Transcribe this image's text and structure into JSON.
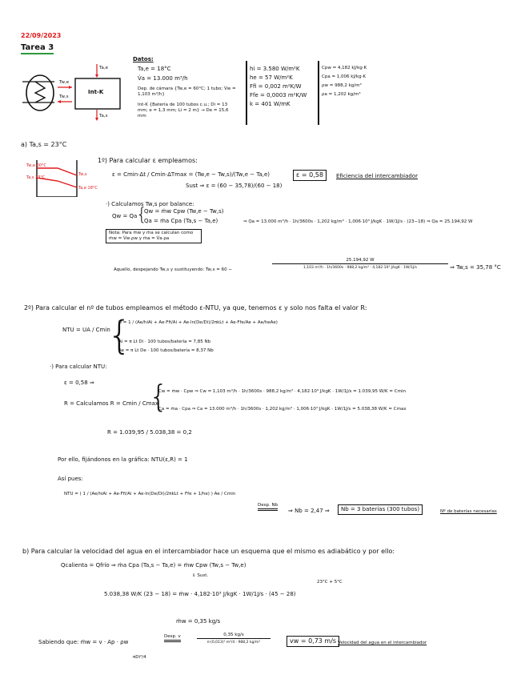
{
  "header": {
    "date": "22/09/2023",
    "title": "Tarea 3"
  },
  "diagram": {
    "box_label": "Int-K",
    "labels": {
      "air_in": "Ta,e",
      "air_out": "Ta,s",
      "water_in": "Tw,e",
      "water_out": "Tw,s"
    }
  },
  "datos": {
    "heading": "Datos:",
    "items": [
      "Ta,e = 18°C",
      "V̇a = 13.000 m³/h",
      "Dep. de cámara {Tw,e = 60°C; 1 tubo; V̇w = 1,103 m³/h}",
      "Int-K {Batería de 100 tubos c.u.; Di = 13 mm; e = 1,3 mm; Li = 2 m} → De = 15,6 mm"
    ],
    "col2": [
      "hi = 3.580 W/m²K",
      "he = 57 W/m²K",
      "Ffi = 0,002 m²K/W",
      "Ffe = 0,0003 m²K/W",
      "k = 401 W/mK"
    ],
    "col3": [
      "Cpw = 4,182 kJ/kg·K",
      "Cpa = 1,006 kJ/kg·K",
      "ρw = 988,2 kg/m³",
      "ρa = 1,202 kg/m³"
    ]
  },
  "part_a": {
    "label": "a) Ta,s = 23°C",
    "profile_labels": [
      "Tw,e 60°C",
      "Ta,s 23°C",
      "Tw,s",
      "Ta,e 18°C"
    ],
    "step1_title": "1º) Para calcular ε empleamos:",
    "epsilon_formula": "ε = Cmin·Δt / Cmin·ΔTmax = (Tw,e − Tw,s)/(Tw,e − Ta,e)",
    "subst": "Sust ⇒ ε = (60 − 35,78)/(60 − 18)",
    "epsilon_result": "ε = 0,58",
    "epsilon_note": "Eficiencia del intercambiador",
    "balance_title": "·) Calculamos Tw,s por balance:",
    "balance_lhs": "Qw = Qa",
    "balance_eq1": "Qw = ṁw Cpw (Tw,e − Tw,s)",
    "balance_eq2": "Qa = ṁa Cpa (Ta,s − Ta,e)",
    "balance_subst": "⇒ Qa = 13.000 m³/h · 1h/3600s · 1,202 kg/m³ · 1,006·10³ J/kgK · 1W/1J/s · (23−18) ⇒ Qa = 25.194,92 W",
    "note": "Nota: Para ṁw y ṁa se calculan como ṁw = V̇w·ρw y ṁa = V̇a·ρa",
    "tws_prefix": "Aquello, despejando Tw,s y sustituyendo:  Tw,s = 60 −",
    "tws_num": "25.194,92 W",
    "tws_den": "1,103 m³/h · 1h/3600s · 988,2 kg/m³ · 4,182·10³ J/kgK · 1W/1J/s",
    "tws_result": "⇒ Tw,s = 35,78 °C"
  },
  "part_a2": {
    "title": "2º) Para calcular el nº de tubos empleamos el método ε-NTU, ya que, tenemos ε y solo nos falta el valor R:",
    "ntu_def": "NTU = UA / Cmin",
    "u_formula": "U = 1 / (Ae/hiAi + Ae·Ffi/Ai + Ae·ln(De/Di)/2πkLt + Ae·Ffe/Ae + Ae/heAe)",
    "ai": "Ai = π Lt Di · 100 tubos/batería = 7,85 Nb",
    "ae": "Ae = π Lt De · 100 tubos/batería = 8,37 Nb",
    "ntu_title": "·) Para calcular NTU:",
    "eps": "ε = 0,58 ⇒",
    "r_label": "R = Calculamos R = Cmin / Cmax",
    "cw": "Cw = ṁw · Cpw ⇒ Cw = 1,103 m³/h · 1h/3600s · 988,2 kg/m³ · 4,182·10³ J/kgK · 1W/1J/s = 1.039,95 W/K = Cmin",
    "ca": "Ca = ṁa · Cpa ⇒ Ca = 13.000 m³/h · 1h/3600s · 1,202 kg/m³ · 1,006·10³ J/kgK · 1W/1J/s = 5.038,38 W/K = Cmax",
    "r_result": "R = 1.039,95 / 5.038,38 = 0,2",
    "graph_line": "Por ello, fijándonos en la gráfica: NTU(ε,R) = 1",
    "asi_pues": "Así pues:",
    "ntu_full": "NTU = ( 1 / (Ae/hiAi + Ae·Ffi/Ai + Ae·ln(De/Di)/2πkLt + Ffe + 1/he) ) Ae / Cmin",
    "arrow_label": "Desp. Nb",
    "nb_value": "⇒ Nb = 2,47 ⇒",
    "nb_result": "Nb = 3 baterías (300 tubos)",
    "nb_note": "Nº de baterías necesarias"
  },
  "part_b": {
    "title": "b) Para calcular la velocidad del agua en el intercambiador hace un esquema que el mismo es adiabático y por ello:",
    "q_eq": "Qcalienta = Qfrío ⇒ ṁa Cpa (Ta,s − Ta,e) = ṁw Cpw (Tw,s − Tw,e)",
    "sust": "⇓ Sust.",
    "temp_note": "23°C + 5°C",
    "subst_eq": "5.038,38 W/K (23 − 18) = ṁw · 4,182·10³ J/kgK · 1W/1J/s · (45 − 28)",
    "mw": "ṁw = 0,35 kg/s",
    "sabiendo": "Sabiendo que: ṁw = v · Ap · ρw",
    "ap": "πDi²/4",
    "arrow_label": "Desp. v",
    "v_num": "0,35 kg/s",
    "v_den": "π·(0,013)² m²/4 · 988,2 kg/m³",
    "v_result": "vw = 0,73 m/s",
    "v_note": "Velocidad del agua en el intercambiador"
  },
  "colors": {
    "ink": "#111111",
    "red": "#e0191b",
    "title_underline": "#2e9a3b"
  }
}
